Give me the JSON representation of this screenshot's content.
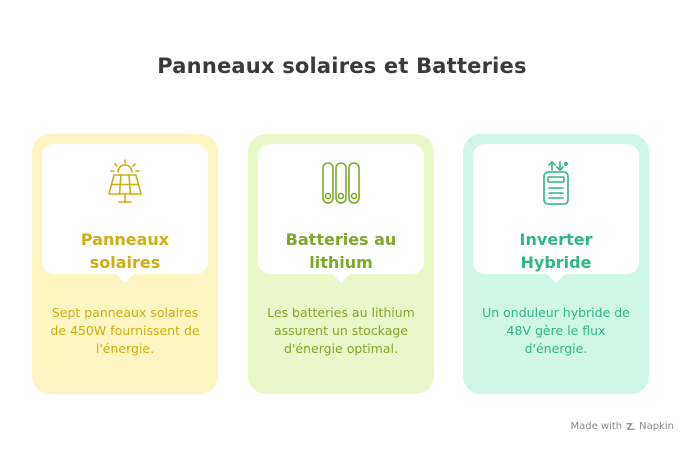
{
  "title": "Panneaux solaires et Batteries",
  "cards": [
    {
      "heading": "Panneaux\nsolaires",
      "description": "Sept panneaux solaires de 450W fournissent de l'énergie.",
      "icon": "solar-panel-icon",
      "bg_color": "#fdf6c3",
      "accent_color": "#cfae10"
    },
    {
      "heading": "Batteries au\nlithium",
      "description": "Les batteries au lithium assurent un stockage d'énergie optimal.",
      "icon": "battery-cells-icon",
      "bg_color": "#eaf8c9",
      "accent_color": "#7fa82a"
    },
    {
      "heading": "Inverter\nHybride",
      "description": "Un onduleur hybride de 48V gère le flux d'énergie.",
      "icon": "inverter-icon",
      "bg_color": "#cff6e7",
      "accent_color": "#2fb784"
    }
  ],
  "footer": {
    "made_with": "Made with",
    "brand": "Napkin",
    "icon": "napkin-logo-icon"
  }
}
